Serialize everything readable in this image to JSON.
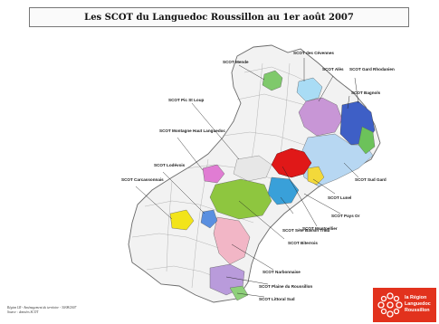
{
  "title": "Les SCOT du Languedoc Roussillon au 1er août 2007",
  "labels": {
    "mende": "SCOT Mende",
    "cevennes": "SCOT des Cévennes",
    "ales": "SCOT Alès",
    "gard_rhodanien": "SCOT Gard Rhodanien",
    "piedcausse": "SCOT Pic St Loup",
    "bagnols": "SCOT Bagnols",
    "montagne": "SCOT Montagne Haut Languedoc",
    "nimes": "SCOT Sud Gard",
    "carcassonne": "SCOT Carcassonnais",
    "lodevois": "SCOT Lodévois",
    "lunel": "SCOT Lunel",
    "pays_or": "SCOT Pays Or",
    "montpellier": "SCOT Montpellier",
    "biterrois": "SCOT Biterrois",
    "thau": "SCOT Sète Bassin Thau",
    "narbonnaise": "SCOT Narbonnaise",
    "plaine_roussillon": "SCOT Plaine du Roussillon",
    "littoral": "SCOT Littoral Sud"
  },
  "footer": {
    "line1": "Région LR - Aménagement du territoire - 30/08/2007",
    "line2": "Source : données SCOT"
  },
  "logo": {
    "line1": "la Région",
    "line2": "Languedoc",
    "line3": "Roussillon"
  },
  "colors": {
    "region_fill": "#f0f0f0",
    "outline": "#6a6a6a",
    "montpellier": "#e01818",
    "thau": "#39a0d9",
    "biterrois": "#8ec63f",
    "narbonnaise": "#f2b6c6",
    "carcassonne": "#f2e41a",
    "cevennes": "#9fd1f0",
    "ales": "#c896d6",
    "bagnols": "#3e5fc6",
    "nimes": "#b0d0ef",
    "lodevois": "#e07cd3",
    "logo": "#e2321d"
  }
}
